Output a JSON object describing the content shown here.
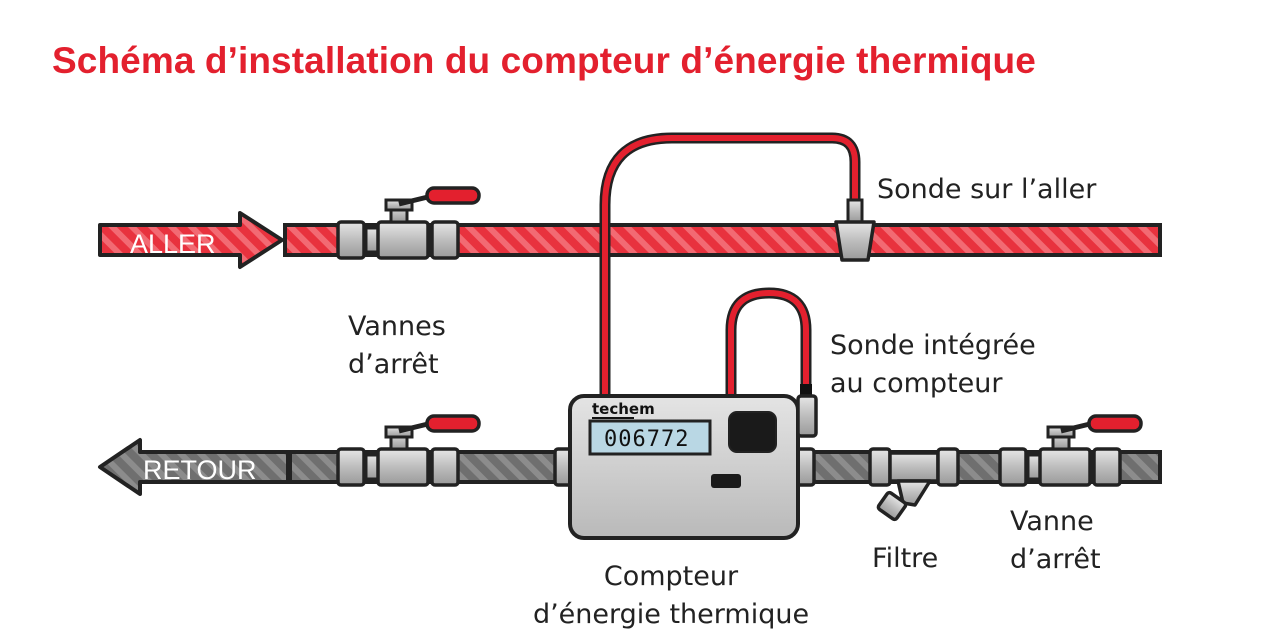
{
  "title": "Schéma d’installation du compteur d’énergie thermique",
  "colors": {
    "title_red": "#e3202e",
    "flow_pipe": "#e8323e",
    "return_pipe": "#6f6f6f",
    "sensor_cable": "#e3202e",
    "fitting": "#bfbfbf",
    "outline": "#222222"
  },
  "pipes": {
    "flow_label": "ALLER",
    "return_label": "RETOUR"
  },
  "labels": {
    "sonde_aller": "Sonde sur l’aller",
    "vannes_line1": "Vannes",
    "vannes_line2": "d’arrêt",
    "sonde_integree_line1": "Sonde intégrée",
    "sonde_integree_line2": "au compteur",
    "filtre": "Filtre",
    "vanne_line1": "Vanne",
    "vanne_line2": "d’arrêt",
    "compteur_line1": "Compteur",
    "compteur_line2": "d’énergie thermique"
  },
  "meter": {
    "brand": "techem",
    "display_value": "006772"
  }
}
